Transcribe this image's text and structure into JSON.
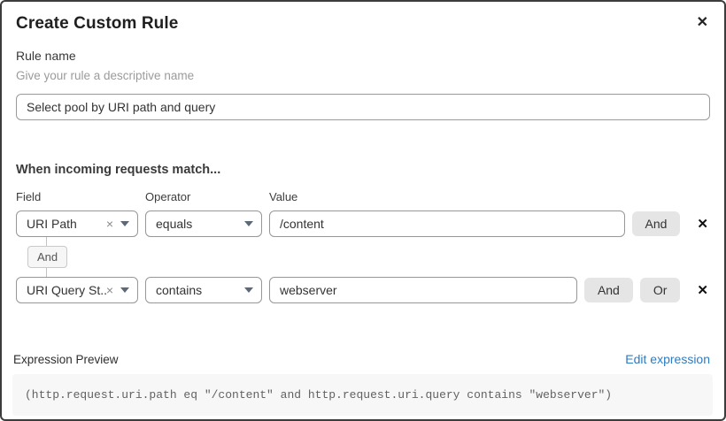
{
  "dialog": {
    "title": "Create Custom Rule"
  },
  "icons": {
    "close": "✕",
    "clear": "×",
    "remove": "✕"
  },
  "rule_name": {
    "label": "Rule name",
    "helper": "Give your rule a descriptive name",
    "value": "Select pool by URI path and query"
  },
  "matcher": {
    "heading": "When incoming requests match...",
    "columns": {
      "field": "Field",
      "operator": "Operator",
      "value": "Value"
    },
    "connector_label": "And",
    "rows": [
      {
        "field": "URI Path",
        "operator": "equals",
        "value": "/content",
        "and_label": "And"
      },
      {
        "field": "URI Query St...",
        "operator": "contains",
        "value": "webserver",
        "and_label": "And",
        "or_label": "Or"
      }
    ]
  },
  "expression": {
    "label": "Expression Preview",
    "edit_link": "Edit expression",
    "code": "(http.request.uri.path eq \"/content\" and http.request.uri.query contains \"webserver\")"
  },
  "colors": {
    "link_blue": "#2f7bbf",
    "button_gray": "#e5e5e5",
    "code_bg": "#f7f7f7",
    "border_gray": "#979797"
  }
}
